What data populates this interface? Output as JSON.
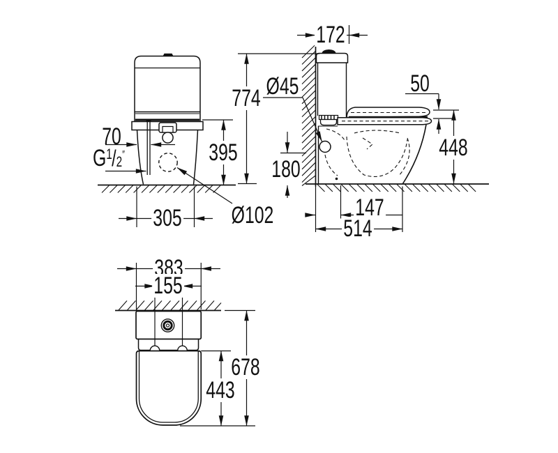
{
  "colors": {
    "line": "#111111",
    "background": "#ffffff"
  },
  "front_view": {
    "supply_offset": "70",
    "thread_g": "G",
    "thread_num": "1",
    "thread_den": "2",
    "thread_inch": "″",
    "tank_height": "395",
    "bowl_width": "305",
    "drain_diameter": "Ø102"
  },
  "side_view": {
    "cistern_depth": "172",
    "total_height": "774",
    "inlet_diameter": "Ø45",
    "seat_thickness": "50",
    "seat_height": "448",
    "inlet_height": "180",
    "outlet_distance": "147",
    "bowl_depth": "514"
  },
  "plan_view": {
    "overall_width": "383",
    "hinge_spacing": "155",
    "overall_depth": "678",
    "seat_depth": "443"
  }
}
